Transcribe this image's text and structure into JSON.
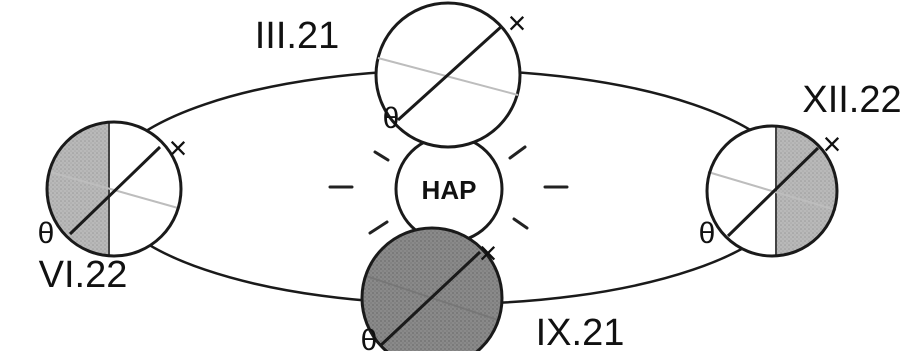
{
  "center": {
    "label": "HAP"
  },
  "markers": {
    "x_symbol": "×",
    "theta_symbol": "θ"
  },
  "positions": [
    {
      "date": "III.21",
      "shading": "none"
    },
    {
      "date": "VI.22",
      "shading": "left-half"
    },
    {
      "date": "IX.21",
      "shading": "full"
    },
    {
      "date": "XII.22",
      "shading": "right-half"
    }
  ],
  "colors": {
    "shade_light": "#c8c8c8",
    "shade_dark": "#8f8f8f",
    "line": "#1a1a1a",
    "faint_line": "#bdbdbd"
  }
}
